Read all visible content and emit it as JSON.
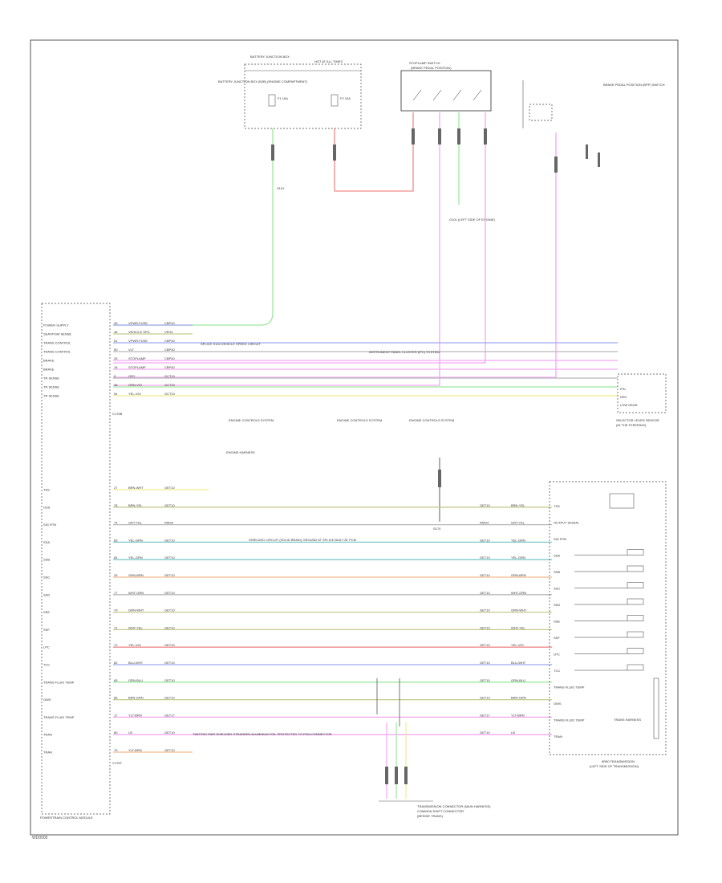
{
  "footer_code": "WD0000",
  "pcm": {
    "title": "POWERTRAIN CONTROL MODULE",
    "connector": "C175B",
    "connector_lower": "C175T",
    "pins": [
      {
        "label": "POWER SUPPLY",
        "pin": "45",
        "circuit": "VPWR-FUSE",
        "code": "CBP40"
      },
      {
        "label": "SEAT/PGM SENSE",
        "pin": "46",
        "circuit": "VEHICLE SPD",
        "code": "VEH4"
      },
      {
        "label": "TRANS CONTROL",
        "pin": "51",
        "circuit": "VPWR-FUSE",
        "code": "CBP40"
      },
      {
        "label": "TRANS CONTROL",
        "pin": "50",
        "circuit": "VLT",
        "code": "CBP40"
      },
      {
        "label": "BRAKE",
        "pin": "25",
        "circuit": "STOPLAMP",
        "code": "CBP40"
      },
      {
        "label": "BRAKE",
        "pin": "16",
        "circuit": "STOPLAMP",
        "code": "CBP40"
      },
      {
        "label": "TR SENSE",
        "pin": "5",
        "circuit": "GRY",
        "code": "GCT10"
      },
      {
        "label": "TR SENSE",
        "pin": "48",
        "circuit": "GRN-VIO",
        "code": "GCT10"
      },
      {
        "label": "TR SENSE",
        "pin": "54",
        "circuit": "YEL-VIO",
        "code": "GCT10"
      }
    ],
    "trans_pins": [
      {
        "label": "TSS",
        "pin": "27",
        "circuit": "BRN-WHT",
        "code": "GET10"
      },
      {
        "label": "OSS",
        "pin": "78",
        "circuit": "BRN-YEL",
        "code": "GET10"
      },
      {
        "label": "SIG RTN",
        "pin": "74",
        "circuit": "GRY-YEL",
        "code": "RMS4"
      },
      {
        "label": "SSA",
        "pin": "83",
        "circuit": "YEL-GRN",
        "code": "GET10"
      },
      {
        "label": "SSB",
        "pin": "84",
        "circuit": "YEL-GRN",
        "code": "GET10"
      },
      {
        "label": "SSC",
        "pin": "33",
        "circuit": "GRN-BRN",
        "code": "GET10"
      },
      {
        "label": "SSD",
        "pin": "77",
        "circuit": "WHT-GRN",
        "code": "GET10"
      },
      {
        "label": "SSE",
        "pin": "79",
        "circuit": "GRN-WHT",
        "code": "GET10"
      },
      {
        "label": "SSF",
        "pin": "71",
        "circuit": "WHT-YEL",
        "code": "GET10"
      },
      {
        "label": "LPC",
        "pin": "72",
        "circuit": "YEL-VIO",
        "code": "GET10"
      },
      {
        "label": "TCC",
        "pin": "82",
        "circuit": "BLU-WHT",
        "code": "GET10"
      },
      {
        "label": "TRANS FLUID TEMP",
        "pin": "65",
        "circuit": "GRN-BLU",
        "code": "GET10"
      },
      {
        "label": "OWS",
        "pin": "86",
        "circuit": "BRN-GRN",
        "code": "GET10"
      },
      {
        "label": "TRANS FLUID TEMP",
        "pin": "17",
        "circuit": "YLT-BRN",
        "code": "GET17"
      },
      {
        "label": "TRAN",
        "pin": "80",
        "circuit": "LB",
        "code": "GET10"
      },
      {
        "label": "TRAN",
        "pin": "79",
        "circuit": "YLT-BRN",
        "code": "GET10"
      }
    ]
  },
  "top_components": {
    "battery_junction_box": {
      "title": "BATTERY JUNCTION BOX",
      "side_label": "BATTERY JUNCTION BOX (BJB) (ENGINE COMPARTMENT)",
      "fuse1": "F1 10A",
      "fuse2": "F2 10A",
      "hot_label": "HOT AT ALL TIMES"
    },
    "stoplamp_switch": {
      "title": "STOPLAMP SWITCH",
      "subtitle": "(BRAKE PEDAL POSITION)"
    },
    "ground_label": "G101 (LEFT SIDE OF ENGINE)",
    "brake_switch_label": "BRAKE PEDAL POSITION (BPP) SWITCH",
    "splice_label": "S101"
  },
  "notes": {
    "splice_note": "SPLICE S104 VEHICLE SPEED CIRCUIT",
    "engine_harness": "ENGINE HARNESS",
    "engine_controls_1": "ENGINE CONTROLS SYSTEM",
    "engine_controls_2": "ENGINE CONTROLS SYSTEM",
    "engine_controls_3": "ENGINE CONTROLS SYSTEM",
    "instrument_panel": "INSTRUMENT PANEL CLUSTER (IPC) SYSTEM",
    "shielded_note": "SHIELDED CIRCUIT (SOLID BRAID) GROUND AT SPLICE BUILT AT PCM",
    "twisted_note": "TWISTED PAIR SHIELDED STRANDED ALUMINUM FOIL PROTECTED TO PCM CONNECTOR",
    "splice_bottom": "S170"
  },
  "selector_lever": {
    "title": "SELECTOR LEVER SENSOR",
    "subtitle": "(IN THE STEERING)",
    "pins": [
      "P/N",
      "DRV",
      "LOW GEAR"
    ]
  },
  "transmission": {
    "title": "6R80 TRANSMISSION",
    "subtitle": "(LEFT SIDE OF TRANSMISSION)",
    "pins": [
      "TSS",
      "OUTPUT SIGNAL",
      "SIG RTN",
      "SSA",
      "SSB",
      "SSC",
      "SSD",
      "SSE",
      "SSF",
      "LPC",
      "TCC",
      "TRANS FLUID TEMP",
      "OWS",
      "TRANS FLUID TEMP",
      "TRAN"
    ],
    "internal_label": "TRANS HARNESS"
  },
  "bottom_connector": {
    "title": "TRANSMISSION CONNECTOR (MAIN HARNESS)",
    "lines": [
      "COMMON SHIFT CONNECTOR",
      "(BESIDE TRANS)"
    ]
  },
  "wire_colors": {
    "green": "#9ee89e",
    "pink": "#f3a6f3",
    "red": "#f08a8a",
    "blue": "#9fa8f0",
    "yellow": "#f2ec8c",
    "orange": "#f5b98a",
    "teal": "#7fc8c8",
    "olive": "#c7c98d",
    "gray": "#b8b8b8"
  }
}
